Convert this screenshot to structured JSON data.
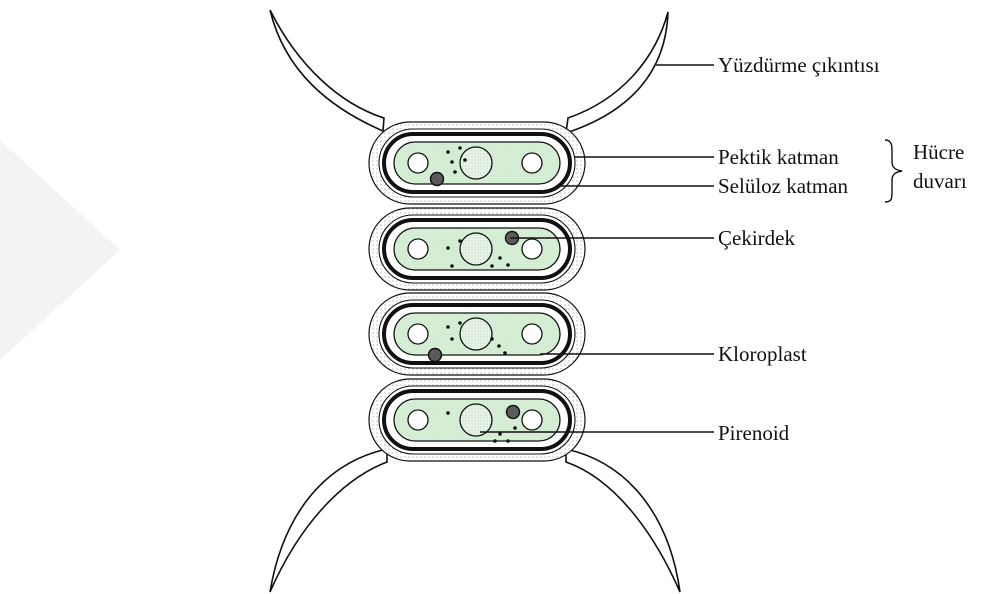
{
  "labels": {
    "horn": "Yüzdürme çıkıntısı",
    "pectic": "Pektik katman",
    "cellulose": "Selüloz katman",
    "wall_line1": "Hücre",
    "wall_line2": "duvarı",
    "nucleus": "Çekirdek",
    "chloroplast": "Kloroplast",
    "pyrenoid": "Pirenoid"
  },
  "colors": {
    "chloroplast_fill": "#d6efd6",
    "pyrenoid_fill": "#e8f4e8",
    "outline": "#111111",
    "sheath_dots": "#9a9a9a",
    "watermark": "#f1f1f1"
  },
  "diagram": {
    "cell_count": 4,
    "icons": [
      "floating-spine",
      "cell",
      "nucleus",
      "pyrenoid",
      "vacuole",
      "brace"
    ]
  }
}
